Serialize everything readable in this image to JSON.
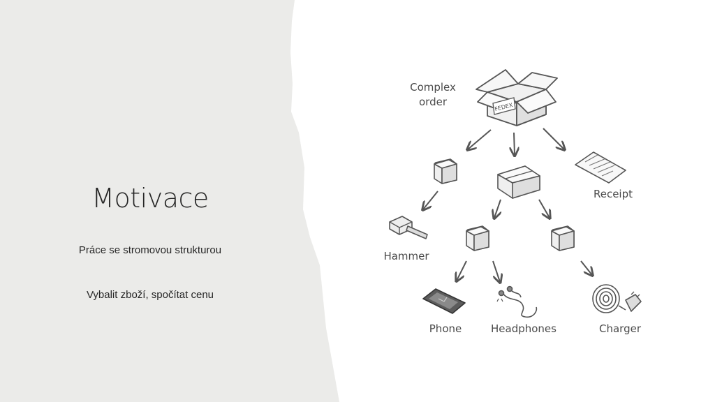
{
  "slide": {
    "title": "Motivace",
    "subtitle_1": "Práce se stromovou strukturou",
    "subtitle_2": "Vybalit zboží, spočítat cenu"
  },
  "diagram": {
    "root_label_line1": "Complex",
    "root_label_line2": "order",
    "box_stamp": "FEDEX",
    "receipt": "Receipt",
    "hammer": "Hammer",
    "phone": "Phone",
    "headphones": "Headphones",
    "charger": "Charger"
  },
  "colors": {
    "panel": "#ebebe9",
    "ink": "#555555",
    "box_face": "#f2f2f2",
    "box_top": "#fafafa",
    "box_side": "#dcdcdc"
  }
}
